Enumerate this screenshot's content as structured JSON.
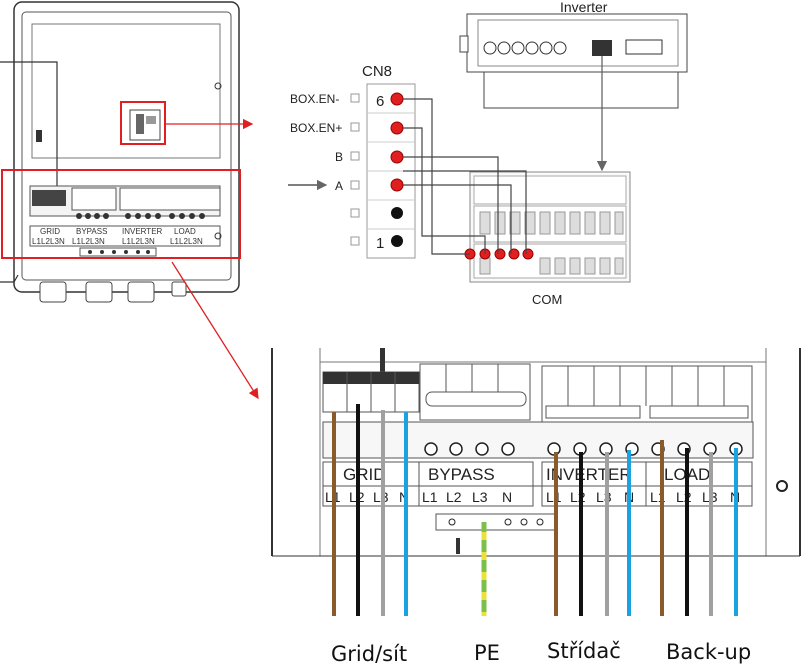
{
  "colors": {
    "accent_red": "#e02020",
    "wire_brown": "#8a5a2b",
    "wire_black": "#111111",
    "wire_grey": "#a0a0a0",
    "wire_blue": "#1aa3e0",
    "wire_pe_green": "#7cc04a",
    "wire_pe_yellow": "#e8e23a"
  },
  "inverter": {
    "title": "Inverter"
  },
  "cn8": {
    "title": "CN8",
    "pins": [
      {
        "label": "BOX.EN-",
        "number": "6"
      },
      {
        "label": "BOX.EN+"
      },
      {
        "label": "B"
      },
      {
        "label": "A"
      },
      {
        "label": ""
      },
      {
        "label": "",
        "number": "1"
      }
    ]
  },
  "com": {
    "title": "COM"
  },
  "box_small": {
    "groups": [
      "GRID",
      "BYPASS",
      "INVERTER",
      "LOAD"
    ],
    "terminals": [
      "L1",
      "L2",
      "L3",
      "N",
      "L1",
      "L2",
      "L3",
      "N",
      "L1",
      "L2",
      "L3",
      "N",
      "L1",
      "L2",
      "L3",
      "N"
    ]
  },
  "zoom": {
    "groups": [
      "GRID",
      "BYPASS",
      "INVERTER",
      "LOAD"
    ],
    "terminals": [
      "L1",
      "L2",
      "L3",
      "N",
      "L1",
      "L2",
      "L3",
      "N",
      "L1",
      "L2",
      "L3",
      "N",
      "L1",
      "L2",
      "L3",
      "N"
    ]
  },
  "captions": {
    "grid": "Grid/sít",
    "pe": "PE",
    "inverter": "Střídač",
    "backup": "Back-up"
  }
}
